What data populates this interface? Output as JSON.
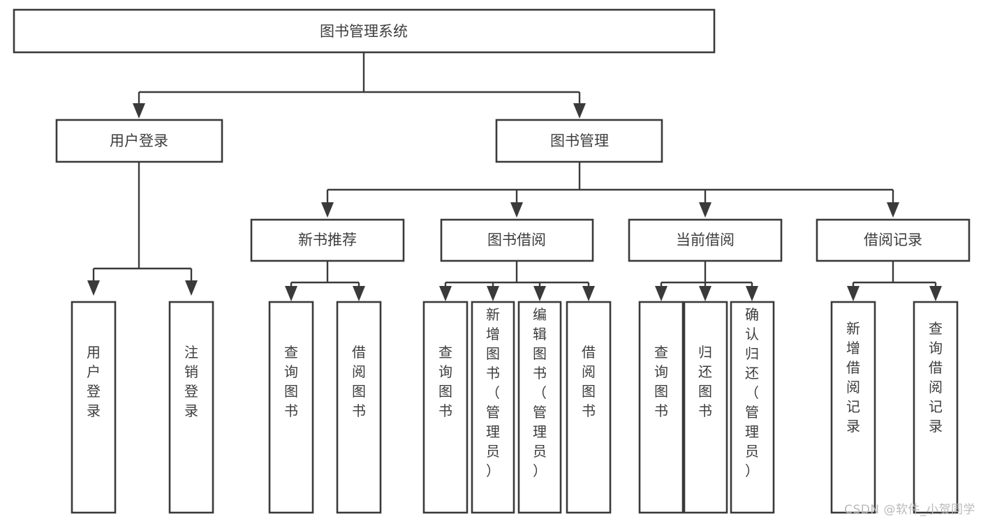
{
  "diagram": {
    "type": "tree",
    "title": "图书管理系统",
    "watermark": "CSDN @软件_小贺同学",
    "colors": {
      "box_stroke": "#3a3a3a",
      "box_fill": "#ffffff",
      "text": "#3d3d3d",
      "connector": "#3a3a3a",
      "watermark": "#b9b9b9",
      "background": "#ffffff"
    },
    "root": {
      "label": "图书管理系统",
      "orientation": "horizontal"
    },
    "level1": [
      {
        "label": "用户登录",
        "orientation": "horizontal"
      },
      {
        "label": "图书管理",
        "orientation": "horizontal"
      }
    ],
    "level2": [
      {
        "label": "新书推荐",
        "orientation": "horizontal",
        "parent": "图书管理"
      },
      {
        "label": "图书借阅",
        "orientation": "horizontal",
        "parent": "图书管理"
      },
      {
        "label": "当前借阅",
        "orientation": "horizontal",
        "parent": "图书管理"
      },
      {
        "label": "借阅记录",
        "orientation": "horizontal",
        "parent": "图书管理"
      }
    ],
    "leaves": {
      "user_login": [
        {
          "label": "用户登录",
          "orientation": "vertical"
        },
        {
          "label": "注销登录",
          "orientation": "vertical"
        }
      ],
      "new_book_recommend": [
        {
          "label": "查询图书",
          "orientation": "vertical"
        },
        {
          "label": "借阅图书",
          "orientation": "vertical"
        }
      ],
      "book_borrow": [
        {
          "label": "查询图书",
          "orientation": "vertical"
        },
        {
          "label": "新增图书（管理员）",
          "orientation": "vertical"
        },
        {
          "label": "编辑图书（管理员）",
          "orientation": "vertical"
        },
        {
          "label": "借阅图书",
          "orientation": "vertical"
        }
      ],
      "current_borrow": [
        {
          "label": "查询图书",
          "orientation": "vertical"
        },
        {
          "label": "归还图书",
          "orientation": "vertical"
        },
        {
          "label": "确认归还（管理员）",
          "orientation": "vertical"
        }
      ],
      "borrow_record": [
        {
          "label": "新增借阅记录",
          "orientation": "vertical"
        },
        {
          "label": "查询借阅记录",
          "orientation": "vertical"
        }
      ]
    }
  }
}
